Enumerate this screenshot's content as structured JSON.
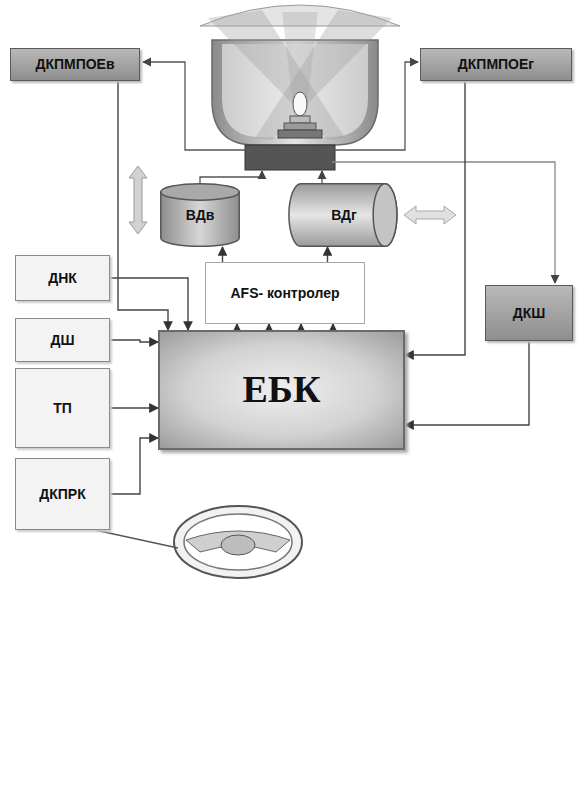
{
  "diagram": {
    "nodes": [
      {
        "text": [
          "ДКПМПОЕв"
        ]
      },
      {
        "text": [
          "ДКПМПОЕг"
        ]
      },
      {
        "text": [
          "ВДв"
        ]
      },
      {
        "text": [
          "ВДг"
        ]
      },
      {
        "text": [
          "ДНК"
        ]
      },
      {
        "text": [
          "AFS- контролер"
        ]
      },
      {
        "text": [
          "ДКШ"
        ]
      },
      {
        "text": [
          "ДШ"
        ]
      },
      {
        "text": [
          "ЕБК"
        ]
      },
      {
        "text": [
          "ТП"
        ]
      },
      {
        "text": [
          "ДКПРК"
        ]
      }
    ],
    "edges": [
      {
        "from": 4,
        "to": 8,
        "arrow": "to"
      },
      {
        "from": 7,
        "to": 8,
        "arrow": "to"
      },
      {
        "from": 9,
        "to": 8,
        "arrow": "to"
      },
      {
        "from": 10,
        "to": 8,
        "arrow": "to"
      },
      {
        "from": 8,
        "to": 5,
        "arrow": "to"
      },
      {
        "from": 8,
        "to": 5,
        "arrow": "to"
      },
      {
        "from": 8,
        "to": 5,
        "arrow": "to"
      },
      {
        "from": 8,
        "to": 5,
        "arrow": "to"
      },
      {
        "from": 5,
        "to": 2,
        "arrow": "to"
      },
      {
        "from": 5,
        "to": 3,
        "arrow": "to"
      },
      {
        "from": 0,
        "to": 8,
        "arrow": "to"
      },
      {
        "from": 1,
        "to": 8,
        "arrow": "to"
      },
      {
        "from": 6,
        "to": 8,
        "arrow": "to"
      }
    ]
  }
}
